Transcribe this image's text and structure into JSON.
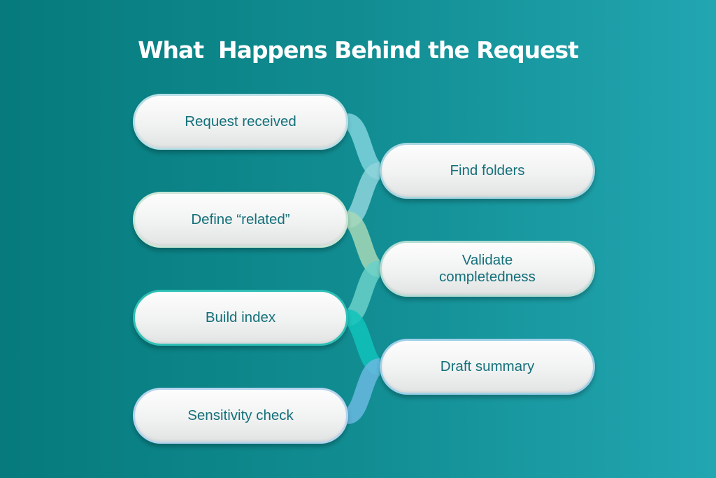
{
  "title": "What  Happens Behind the Request",
  "steps": [
    {
      "label": "Request received"
    },
    {
      "label": "Find folders"
    },
    {
      "label": "Define “related”"
    },
    {
      "label": "Validate completedness"
    },
    {
      "label": "Build index"
    },
    {
      "label": "Draft summary"
    },
    {
      "label": "Sensitivity check"
    }
  ],
  "colors": {
    "background_start": "#067a7c",
    "background_end": "#22a6b1",
    "pill_text": "#14707a",
    "connectors": [
      "#7fd3dd",
      "#8fd5dc",
      "#a6d8b8",
      "#6ad0c8",
      "#10c3bb",
      "#6ab8e0"
    ]
  }
}
